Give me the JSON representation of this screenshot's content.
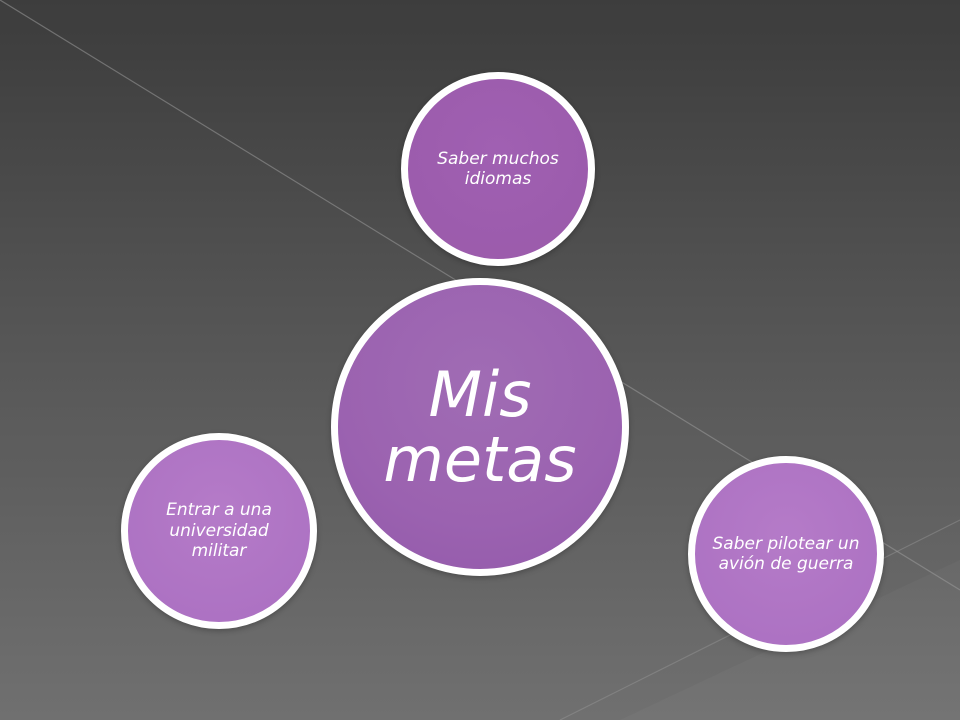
{
  "diagram": {
    "center": {
      "text": "Mis metas"
    },
    "nodes": [
      {
        "text": "Saber muchos idiomas"
      },
      {
        "text": "Entrar a una universidad militar"
      },
      {
        "text": "Saber pilotear un avión de guerra"
      }
    ]
  },
  "colors": {
    "background_top": "#3f3f3f",
    "background_bottom": "#747474",
    "center_fill": "#9b62b0",
    "node_fill": "#aa6fc1",
    "border": "#ffffff",
    "text": "#ffffff"
  }
}
